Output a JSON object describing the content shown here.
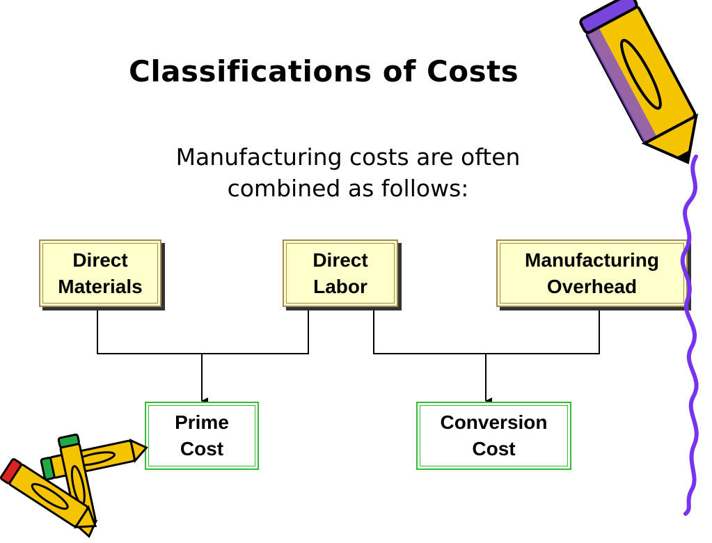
{
  "slide": {
    "title": "Classifications of Costs",
    "subtitle_line1": "Manufacturing costs are often",
    "subtitle_line2": "combined as follows:"
  },
  "diagram": {
    "inputs": {
      "direct_materials": [
        "Direct",
        "Materials"
      ],
      "direct_labor": [
        "Direct",
        "Labor"
      ],
      "manufacturing_overhead": [
        "Manufacturing",
        "Overhead"
      ]
    },
    "outputs": {
      "prime_cost": [
        "Prime",
        "Cost"
      ],
      "conversion_cost": [
        "Conversion",
        "Cost"
      ]
    }
  },
  "colors": {
    "input_fill": "#ffffcc",
    "input_border": "#a08a52",
    "output_border": "#33bb33",
    "connector": "#000000"
  },
  "decorations": {
    "top_right": "pencil-icon",
    "bottom_left": "pencils-icon",
    "right_edge": "purple-squiggle-line"
  }
}
